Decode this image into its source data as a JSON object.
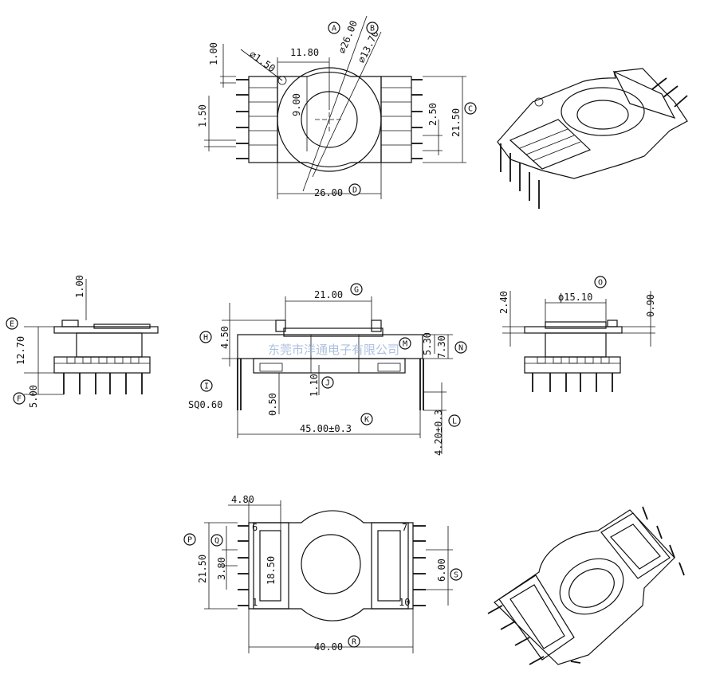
{
  "watermark": "东莞市洋通电子有限公司",
  "labels": {
    "A": "A",
    "B": "B",
    "C": "C",
    "D": "D",
    "E": "E",
    "F": "F",
    "G": "G",
    "H": "H",
    "I": "I",
    "J": "J",
    "K": "K",
    "L": "L",
    "M": "M",
    "N": "N",
    "O": "O",
    "P": "P",
    "Q": "Q",
    "R": "R",
    "S": "S"
  },
  "dimensions": {
    "top_pin_offset": "1.00",
    "small_hole_dia": "∅1.50",
    "pin_row_x": "11.80",
    "outer_dia": "∅26.00",
    "inner_dia": "∅13.70",
    "center_offset": "9.00",
    "pin_pitch_left": "1.50",
    "pin_pitch_right": "2.50",
    "body_height": "21.50",
    "body_width": "26.00",
    "side_pin_offset": "1.00",
    "side_height": "12.70",
    "side_pin_length": "5.00",
    "flange_width": "21.00",
    "flange_height": "4.50",
    "pin_square": "SQ0.60",
    "base_thickness": "0.50",
    "step": "1.10",
    "total_width": "45.00±0.3",
    "pin_length": "4.20±0.3",
    "upper_height": "5.30",
    "total_height": "7.30",
    "ring_dia": "ϕ15.10",
    "ring_height": "2.40",
    "ring_step": "0.90",
    "slot_width": "4.80",
    "bottom_height": "21.50",
    "pin_pitch_bottom": "3.80",
    "slot_length": "18.50",
    "pin_span": "6.00",
    "bottom_width": "40.00"
  },
  "pin_numbers": {
    "p1": "1",
    "p6": "6",
    "p7": "7",
    "p10": "10"
  }
}
